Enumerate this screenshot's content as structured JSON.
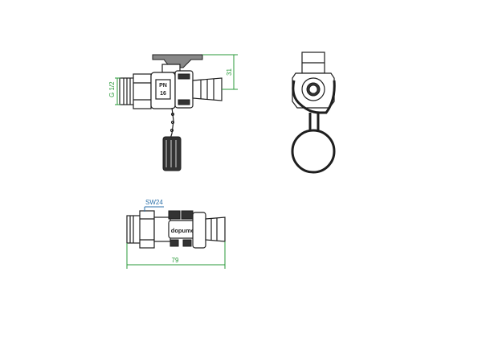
{
  "labels": {
    "thread": "G 1/2",
    "height_dim": "31",
    "wrench": "SW24",
    "length_dim": "79",
    "pressure_top": "PN",
    "pressure_bottom": "16",
    "brand": "dopumoəvo"
  },
  "colors": {
    "dimension": "#2a9a3a",
    "callout": "#2b6fa8",
    "ink": "#1e1e1e",
    "handle": "#888888"
  }
}
